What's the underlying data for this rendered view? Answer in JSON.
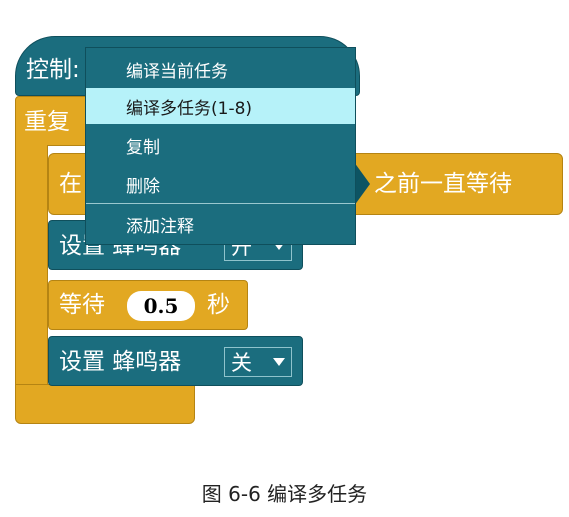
{
  "blocks": {
    "control_label": "控制:",
    "repeat_label": "重复",
    "wait_until_prefix": "在",
    "wait_until_suffix": "之前一直等待",
    "set1_label": "设置 蜂鸣器",
    "set1_value": "开",
    "wait_label": "等待",
    "wait_value": "0.5",
    "wait_unit": "秒",
    "set2_label": "设置 蜂鸣器",
    "set2_value": "关"
  },
  "context_menu": {
    "items": [
      {
        "label": "编译当前任务"
      },
      {
        "label": "编译多任务(1-8)"
      },
      {
        "label": "复制"
      },
      {
        "label": "删除"
      },
      {
        "label": "添加注释"
      }
    ],
    "highlighted_index": 1
  },
  "caption": "图 6-6  编译多任务",
  "colors": {
    "teal_block": "#1b6d7e",
    "gold_block": "#e2a822",
    "menu_highlight": "#b6f2f9"
  }
}
